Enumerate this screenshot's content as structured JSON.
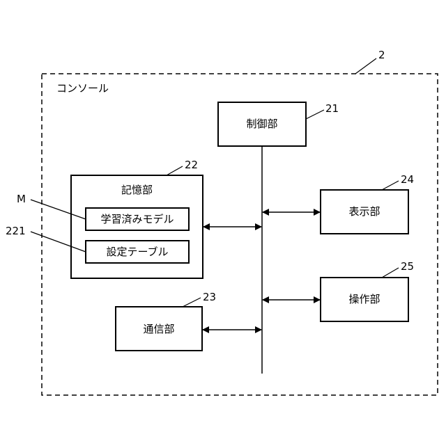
{
  "console": {
    "label": "コンソール",
    "ref": "2"
  },
  "blocks": {
    "control": {
      "label": "制御部",
      "ref": "21"
    },
    "storage": {
      "label": "記憶部",
      "ref": "22",
      "items": [
        {
          "label": "学習済みモデル",
          "ref": "M"
        },
        {
          "label": "設定テーブル",
          "ref": "221"
        }
      ]
    },
    "communication": {
      "label": "通信部",
      "ref": "23"
    },
    "display": {
      "label": "表示部",
      "ref": "24"
    },
    "operation": {
      "label": "操作部",
      "ref": "25"
    }
  }
}
